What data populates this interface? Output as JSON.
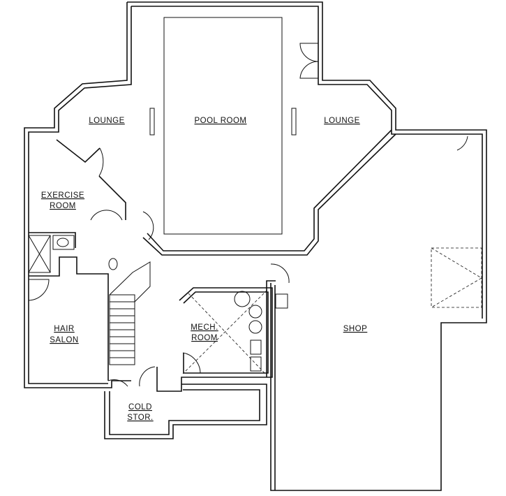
{
  "rooms": {
    "lounge_left": "LOUNGE",
    "pool_room": "POOL ROOM",
    "lounge_right": "LOUNGE",
    "exercise_room_1": "EXERCISE",
    "exercise_room_2": "ROOM",
    "hair_salon_1": "HAIR",
    "hair_salon_2": "SALON",
    "mech_room_1": "MECH.",
    "mech_room_2": "ROOM",
    "cold_stor_1": "COLD",
    "cold_stor_2": "STOR.",
    "shop": "SHOP"
  }
}
